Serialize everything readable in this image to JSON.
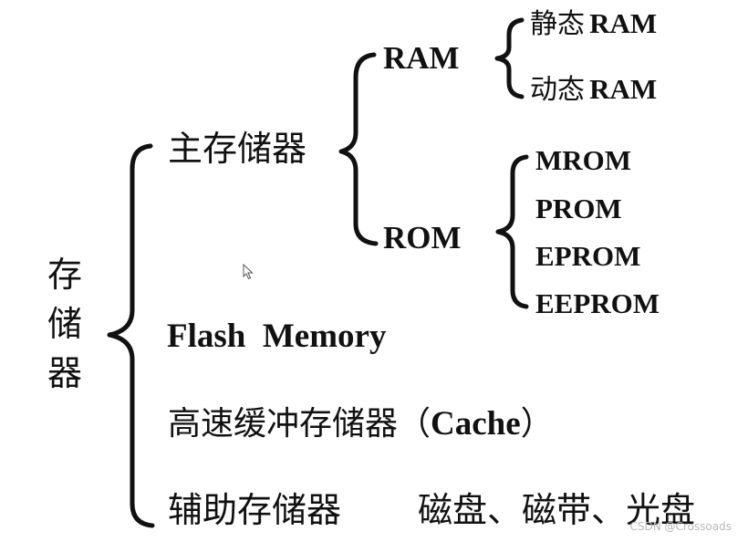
{
  "root": {
    "chars": [
      "存",
      "储",
      "器"
    ]
  },
  "main_memory": {
    "label": "主存储器",
    "ram": {
      "label": "RAM",
      "children": [
        {
          "prefix": "静态",
          "suffix": "RAM"
        },
        {
          "prefix": "动态",
          "suffix": "RAM"
        }
      ]
    },
    "rom": {
      "label": "ROM",
      "children": [
        "MROM",
        "PROM",
        "EPROM",
        "EEPROM"
      ]
    }
  },
  "flash": {
    "label": "Flash  Memory"
  },
  "cache": {
    "cjk": "高速缓冲存储器（",
    "latin": "Cache",
    "close": "）"
  },
  "aux": {
    "label": "辅助存储器",
    "examples": "磁盘、磁带、光盘"
  },
  "watermark": "CSDN @Crossoads",
  "icons": {
    "cursor": "mouse-pointer-icon"
  }
}
